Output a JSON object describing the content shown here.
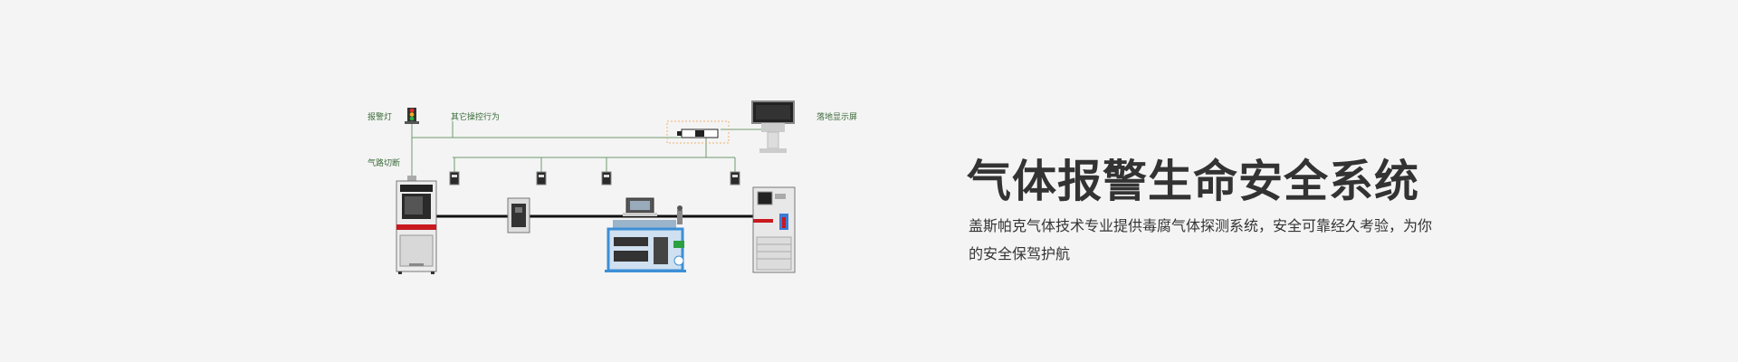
{
  "diagram": {
    "labels": {
      "alarm_light": "报警灯",
      "other_actions": "其它操控行为",
      "floor_display": "落地显示屏",
      "gas_cutoff": "气路切断"
    }
  },
  "hero": {
    "title": "气体报警生命安全系统",
    "description": "盖斯帕克气体技术专业提供毒腐气体探测系统，安全可靠经久考验，为你的安全保驾护航"
  },
  "colors": {
    "background": "#f4f4f4",
    "signal_line": "#6f9a6f",
    "label_text": "#3a6a3a",
    "cabinet_red_band": "#c8191f",
    "equipment_blue": "#3d8fd6"
  }
}
